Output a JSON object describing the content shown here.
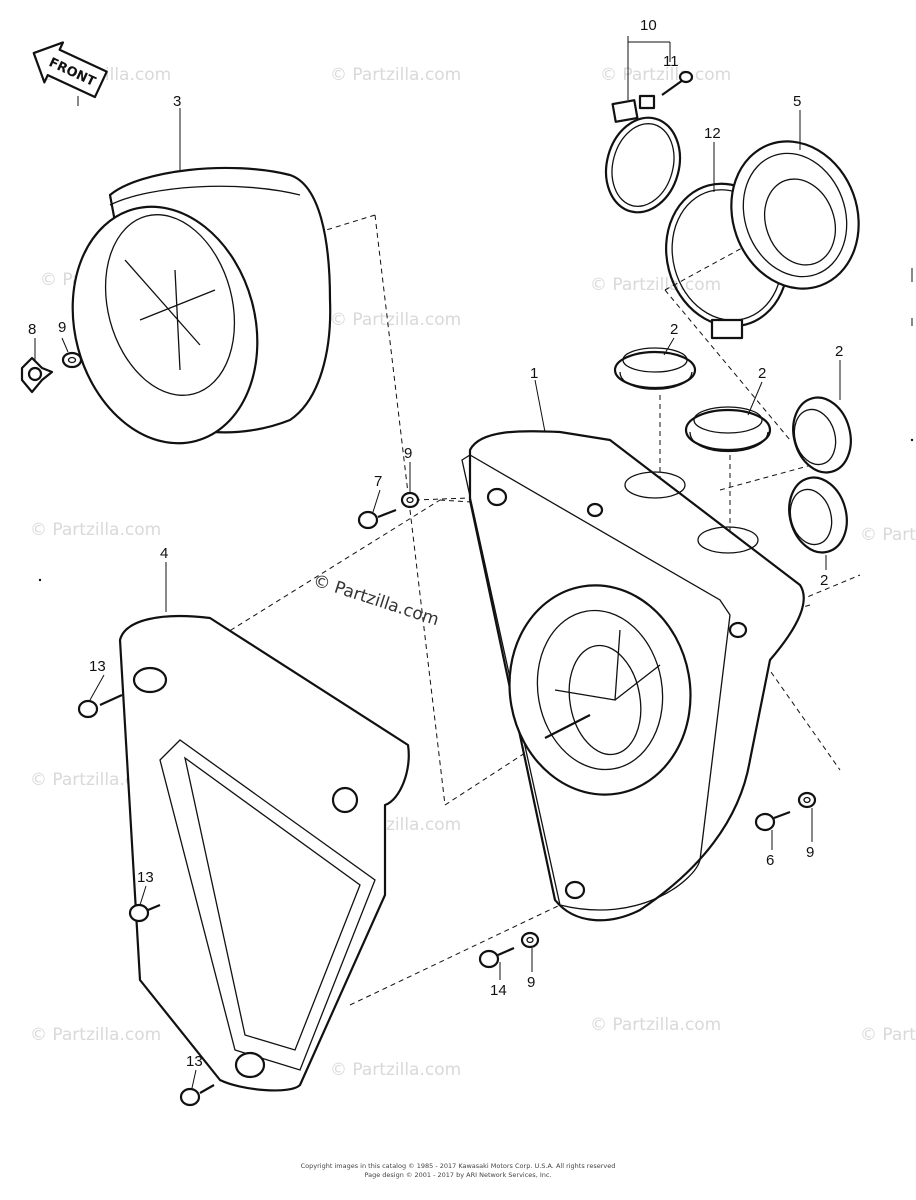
{
  "front_badge": {
    "text": "FRONT"
  },
  "callouts": {
    "c1": "1",
    "c2a": "2",
    "c2b": "2",
    "c2c": "2",
    "c2d": "2",
    "c3": "3",
    "c4": "4",
    "c5": "5",
    "c6": "6",
    "c7": "7",
    "c8": "8",
    "c9a": "9",
    "c9b": "9",
    "c9c": "9",
    "c9d": "9",
    "c10": "10",
    "c11": "11",
    "c12": "12",
    "c13a": "13",
    "c13b": "13",
    "c13c": "13",
    "c14": "14"
  },
  "watermarks": {
    "primary": "© Partzilla.com",
    "tile": "© Partzilla.com"
  },
  "copyright": {
    "line1": "Copyright images in this catalog © 1985 - 2017 Kawasaki Motors Corp. U.S.A. All rights reserved",
    "line2": "Page design © 2001 - 2017 by ARI Network Services, Inc."
  }
}
